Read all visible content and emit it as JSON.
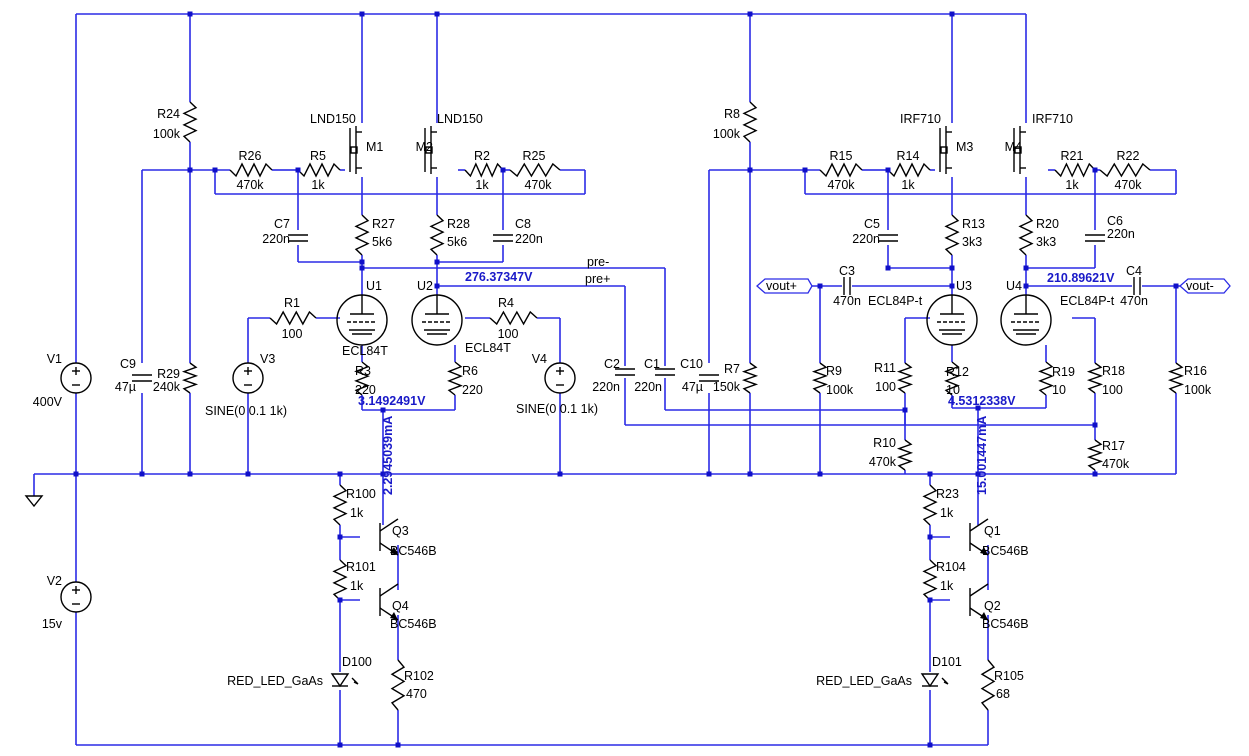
{
  "components": {
    "R24": {
      "ref": "R24",
      "value": "100k"
    },
    "R26": {
      "ref": "R26",
      "value": "470k"
    },
    "R5": {
      "ref": "R5",
      "value": "1k"
    },
    "R2": {
      "ref": "R2",
      "value": "1k"
    },
    "R25": {
      "ref": "R25",
      "value": "470k"
    },
    "R27": {
      "ref": "R27",
      "value": "5k6"
    },
    "R28": {
      "ref": "R28",
      "value": "5k6"
    },
    "R29": {
      "ref": "R29",
      "value": "240k"
    },
    "R1": {
      "ref": "R1",
      "value": "100"
    },
    "R4": {
      "ref": "R4",
      "value": "100"
    },
    "R3": {
      "ref": "R3",
      "value": "220"
    },
    "R6": {
      "ref": "R6",
      "value": "220"
    },
    "R8": {
      "ref": "R8",
      "value": "100k"
    },
    "R7": {
      "ref": "R7",
      "value": "150k"
    },
    "R15": {
      "ref": "R15",
      "value": "470k"
    },
    "R14": {
      "ref": "R14",
      "value": "1k"
    },
    "R21": {
      "ref": "R21",
      "value": "1k"
    },
    "R22": {
      "ref": "R22",
      "value": "470k"
    },
    "R13": {
      "ref": "R13",
      "value": "3k3"
    },
    "R20": {
      "ref": "R20",
      "value": "3k3"
    },
    "R9": {
      "ref": "R9",
      "value": "100k"
    },
    "R11": {
      "ref": "R11",
      "value": "100"
    },
    "R12": {
      "ref": "R12",
      "value": "10"
    },
    "R19": {
      "ref": "R19",
      "value": "10"
    },
    "R18": {
      "ref": "R18",
      "value": "100"
    },
    "R16": {
      "ref": "R16",
      "value": "100k"
    },
    "R10": {
      "ref": "R10",
      "value": "470k"
    },
    "R17": {
      "ref": "R17",
      "value": "470k"
    },
    "R100": {
      "ref": "R100",
      "value": "1k"
    },
    "R101": {
      "ref": "R101",
      "value": "1k"
    },
    "R102": {
      "ref": "R102",
      "value": "470"
    },
    "R23": {
      "ref": "R23",
      "value": "1k"
    },
    "R104": {
      "ref": "R104",
      "value": "1k"
    },
    "R105": {
      "ref": "R105",
      "value": "68"
    },
    "C7": {
      "ref": "C7",
      "value": "220n"
    },
    "C8": {
      "ref": "C8",
      "value": "220n"
    },
    "C9": {
      "ref": "C9",
      "value": "47µ"
    },
    "C2": {
      "ref": "C2",
      "value": "220n"
    },
    "C1": {
      "ref": "C1",
      "value": "220n"
    },
    "C10": {
      "ref": "C10",
      "value": "47µ"
    },
    "C5": {
      "ref": "C5",
      "value": "220n"
    },
    "C6": {
      "ref": "C6",
      "value": "220n"
    },
    "C3": {
      "ref": "C3",
      "value": "470n"
    },
    "C4": {
      "ref": "C4",
      "value": "470n"
    },
    "M1": {
      "ref": "M1",
      "value": "LND150"
    },
    "M2": {
      "ref": "M2",
      "value": "LND150"
    },
    "M3": {
      "ref": "M3",
      "value": "IRF710"
    },
    "M4": {
      "ref": "M4",
      "value": "IRF710"
    },
    "U1": {
      "ref": "U1",
      "value": "ECL84T"
    },
    "U2": {
      "ref": "U2",
      "value": "ECL84T"
    },
    "U3": {
      "ref": "U3",
      "value": "ECL84P-t"
    },
    "U4": {
      "ref": "U4",
      "value": "ECL84P-t"
    },
    "V1": {
      "ref": "V1",
      "value": "400V"
    },
    "V2": {
      "ref": "V2",
      "value": "15v"
    },
    "V3": {
      "ref": "V3",
      "value": "SINE(0 0.1 1k)"
    },
    "V4": {
      "ref": "V4",
      "value": "SINE(0 0.1 1k)"
    },
    "Q1": {
      "ref": "Q1",
      "value": "BC546B"
    },
    "Q2": {
      "ref": "Q2",
      "value": "BC546B"
    },
    "Q3": {
      "ref": "Q3",
      "value": "BC546B"
    },
    "Q4": {
      "ref": "Q4",
      "value": "BC546B"
    },
    "D100": {
      "ref": "D100",
      "value": "RED_LED_GaAs"
    },
    "D101": {
      "ref": "D101",
      "value": "RED_LED_GaAs"
    }
  },
  "nets": {
    "pre_minus": "pre-",
    "pre_plus": "pre+",
    "vout_plus": "vout+",
    "vout_minus": "vout-"
  },
  "measurements": {
    "m1": "276.37347V",
    "m2": "3.1492491V",
    "m3": "2.2945039mA",
    "m4": "210.89621V",
    "m5": "4.5312338V",
    "m6": "15.001447mA"
  },
  "colors": {
    "wire": "#2b2be6",
    "component": "#000000",
    "measurement": "#1a1ac8",
    "background": "#ffffff"
  }
}
